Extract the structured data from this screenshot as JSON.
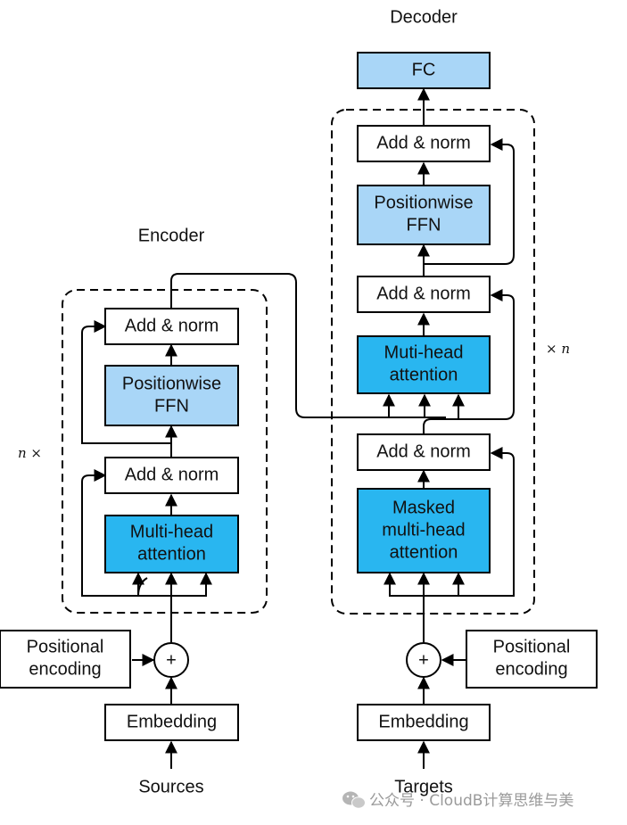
{
  "encoder": {
    "title": "Encoder",
    "add_norm_top": "Add & norm",
    "ffn_line1": "Positionwise",
    "ffn_line2": "FFN",
    "add_norm_bottom": "Add & norm",
    "attn_line1": "Multi-head",
    "attn_line2": "attention",
    "repeat": "n ×",
    "positional_line1": "Positional",
    "positional_line2": "encoding",
    "embedding": "Embedding",
    "input": "Sources"
  },
  "decoder": {
    "title": "Decoder",
    "fc": "FC",
    "add_norm_top": "Add & norm",
    "ffn_line1": "Positionwise",
    "ffn_line2": "FFN",
    "add_norm_mid": "Add & norm",
    "attn_line1": "Muti-head",
    "attn_line2": "attention",
    "add_norm_bottom": "Add & norm",
    "masked_line1": "Masked",
    "masked_line2": "multi-head",
    "masked_line3": "attention",
    "repeat": "× n",
    "positional_line1": "Positional",
    "positional_line2": "encoding",
    "embedding": "Embedding",
    "input": "Targets"
  },
  "plus_symbol": "+",
  "watermark": {
    "icon": "wechat-icon",
    "text": "公众号 · CloudB计算思维与美"
  }
}
